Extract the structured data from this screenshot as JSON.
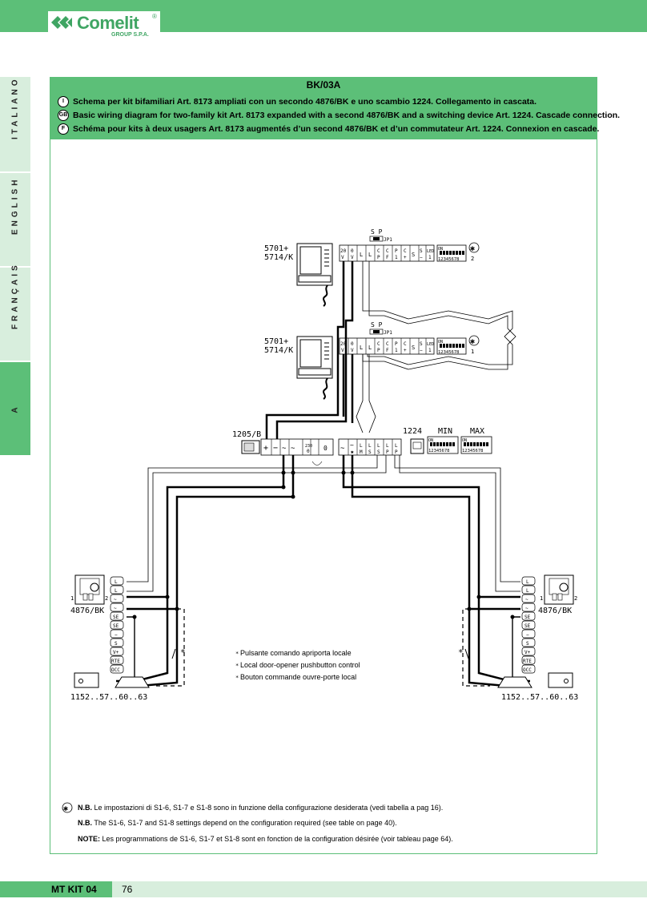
{
  "brand": {
    "name": "Comelit",
    "registered": "®",
    "sub": "GROUP S.P.A."
  },
  "language_tabs": [
    "ITALIANO",
    "ENGLISH",
    "FRANÇAIS",
    "A"
  ],
  "header": {
    "code": "BK/03A",
    "lines": [
      {
        "badge": "I",
        "text": "Schema per kit bifamiliari Art. 8173 ampliati con un secondo 4876/BK e uno scambio 1224. Collegamento in cascata."
      },
      {
        "badge": "GB",
        "text": "Basic wiring diagram for two-family kit Art. 8173 expanded with a second 4876/BK and a switching device Art. 1224. Cascade connection."
      },
      {
        "badge": "F",
        "text": "Schéma pour kits à deux usagers Art. 8173 augmentés d’un second 4876/BK et d’un commutateur Art. 1224. Connexion en cascade."
      }
    ]
  },
  "diagram": {
    "monitor_label_a": "5701+",
    "monitor_label_b": "5714/K",
    "monitor_terminals": [
      "20V",
      "0V",
      "L",
      "L",
      "CP",
      "CF",
      "P1",
      "C+",
      "S",
      "S−",
      "LED1"
    ],
    "jumper_label": "S  P",
    "jumper_name": "JP1",
    "dip_on": "ON",
    "dip_numbers": "12345678",
    "star": "✱",
    "monitor_index_top": "2",
    "monitor_index_bottom": "1",
    "power_supply_label": "1205/B",
    "psu_terminals": [
      "+",
      "−",
      "~",
      "~",
      "230",
      "0",
      "~",
      "~✱",
      "LM",
      "LS",
      "LS",
      "LP"
    ],
    "switcher_label": "1224",
    "min_label": "MIN",
    "max_label": "MAX",
    "panel_label": "4876/BK",
    "panel_terminals": [
      "L",
      "L",
      "~",
      "~",
      "SE",
      "SE",
      "−",
      "S",
      "V+",
      "RTE",
      "OCC"
    ],
    "panel_btn_1": "1",
    "panel_btn_2": "2",
    "lock_label": "1152..57..60..63",
    "star_small": "*",
    "legend": [
      "Pulsante comando apriporta locale",
      "Local door-opener pushbutton control",
      "Bouton commande ouvre-porte local"
    ]
  },
  "notes": [
    {
      "prefix": "N.B.",
      "text": " Le impostazioni di S1-6, S1-7 e S1-8 sono in funzione della configurazione desiderata (vedi tabella a pag 16)."
    },
    {
      "prefix": "N.B.",
      "text": " The S1-6, S1-7 and S1-8 settings depend on the configuration required (see table on page 40)."
    },
    {
      "prefix": "NOTE:",
      "text": " Les programmations de S1-6, S1-7 et S1-8 sont en fonction de la configuration désirée (voir tableau page 64)."
    }
  ],
  "footer": {
    "title": "MT KIT 04",
    "page": "76"
  },
  "colors": {
    "green": "#5cbf78",
    "light_green": "#d8eedd"
  }
}
